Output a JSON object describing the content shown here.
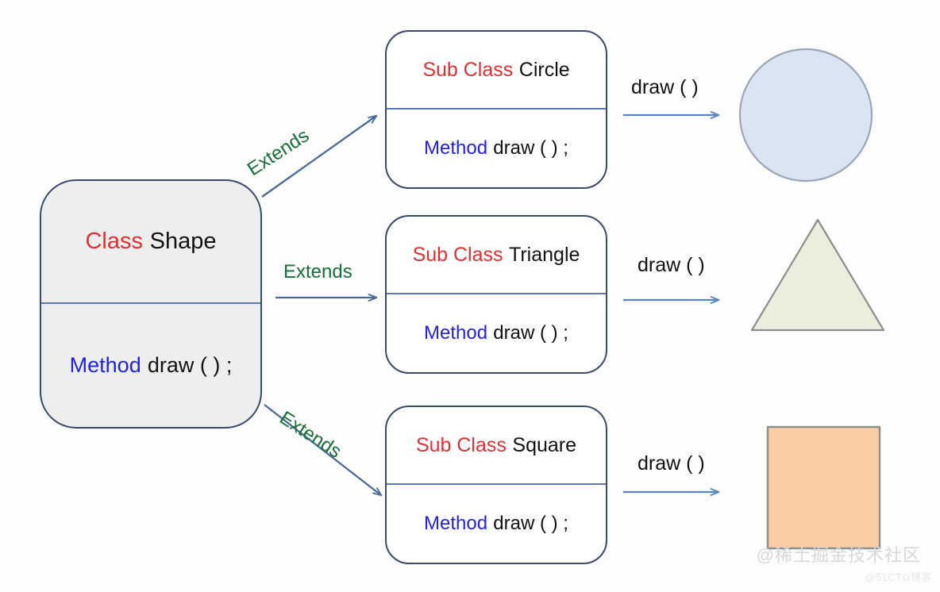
{
  "diagram": {
    "title": "Class inheritance and polymorphism diagram",
    "colors": {
      "keyword_red": "#e03030",
      "keyword_blue": "#2222dd",
      "name_black": "#111111",
      "extends_green": "#157037",
      "box_border": "#3b4a6b",
      "divider": "#5b79ab",
      "base_fill": "#eeeeee",
      "sub_fill": "#ffffff",
      "arrow_extends": "#4a6a9a",
      "arrow_call": "#5b86bd",
      "circle_fill": "#dbe5f1",
      "circle_stroke": "#9aa7b8",
      "triangle_fill": "#eaeedc",
      "triangle_stroke": "#8d8d8d",
      "square_fill": "#f8cda6",
      "square_stroke": "#8d8d8d"
    },
    "base_class": {
      "keyword": "Class",
      "name": "Shape",
      "member_keyword": "Method",
      "member_signature": "draw ( ) ;"
    },
    "sub_classes": [
      {
        "keyword": "Sub Class",
        "name": "Circle",
        "member_keyword": "Method",
        "member_signature": "draw ( ) ;",
        "relation_label": "Extends",
        "call_label": "draw ( )",
        "shape": "circle"
      },
      {
        "keyword": "Sub Class",
        "name": "Triangle",
        "member_keyword": "Method",
        "member_signature": "draw ( ) ;",
        "relation_label": "Extends",
        "call_label": "draw ( )",
        "shape": "triangle"
      },
      {
        "keyword": "Sub Class",
        "name": "Square",
        "member_keyword": "Method",
        "member_signature": "draw ( ) ;",
        "relation_label": "Extends",
        "call_label": "draw ( )",
        "shape": "square"
      }
    ],
    "watermarks": {
      "primary": "@稀土掘金技术社区",
      "secondary": "@51CTO博客"
    }
  }
}
